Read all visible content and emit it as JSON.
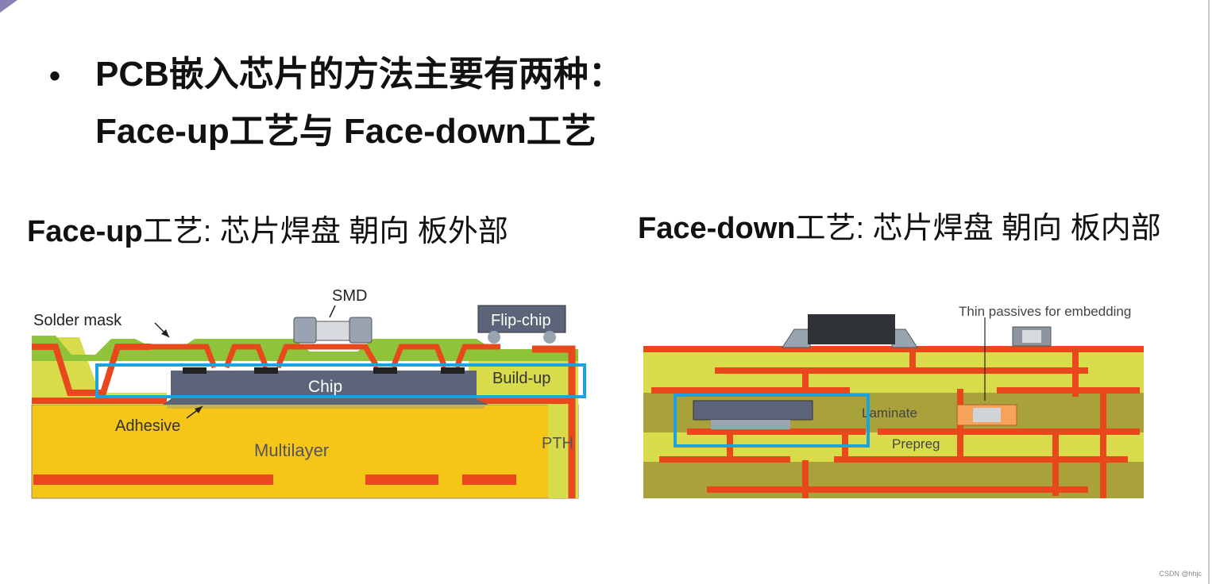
{
  "bullet": {
    "line1": "PCB嵌入芯片的方法主要有两种：",
    "line2": "Face-up工艺与 Face-down工艺"
  },
  "face_up": {
    "heading_bold": "Face-up",
    "heading_rest": "工艺:  芯片焊盘 朝向 板外部",
    "labels": {
      "smd": "SMD",
      "solder_mask": "Solder mask",
      "flip_chip": "Flip-chip",
      "chip": "Chip",
      "build_up": "Build-up",
      "adhesive": "Adhesive",
      "multilayer": "Multilayer",
      "pth": "PTH"
    }
  },
  "face_down": {
    "heading_bold": "Face-down",
    "heading_rest": "工艺:  芯片焊盘 朝向 板内部",
    "labels": {
      "thin_passives": "Thin passives for embedding",
      "laminate": "Laminate",
      "prepreg": "Prepreg"
    }
  },
  "colors": {
    "highlight_box": "#1aa3dc",
    "multilayer": "#f5c518",
    "buildup": "#d9dc4a",
    "copper": "#e8481c",
    "chip": "#5b6478",
    "laminate": "#a9a23a"
  },
  "watermark": "CSDN @hhjc"
}
